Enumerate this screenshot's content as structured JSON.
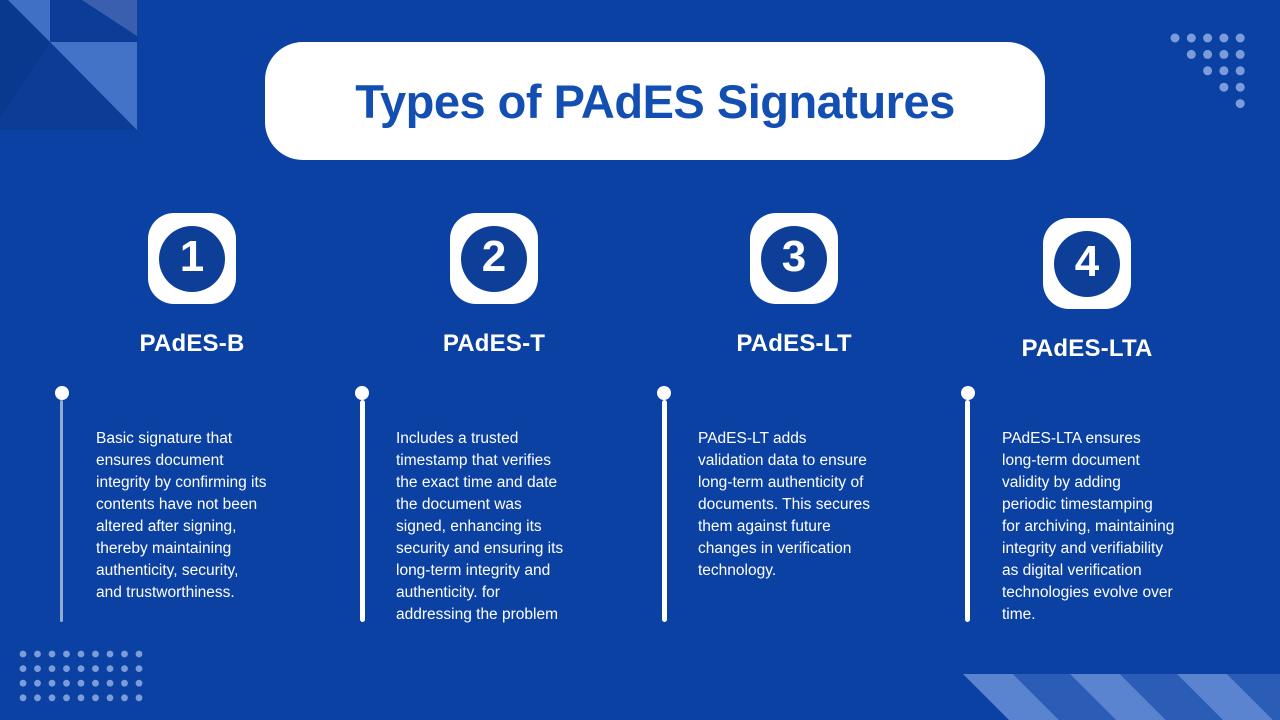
{
  "title": "Types of PAdES Signatures",
  "columns": [
    {
      "number": "1",
      "heading": "PAdES-B",
      "description": [
        "Basic signature that",
        "ensures document",
        "integrity by confirming its",
        "contents have not been",
        "altered after signing,",
        "thereby maintaining",
        "authenticity, security,",
        "and trustworthiness."
      ]
    },
    {
      "number": "2",
      "heading": "PAdES-T",
      "description": [
        "Includes a trusted",
        "timestamp that verifies",
        "the exact time and date",
        "the document was",
        "signed, enhancing its",
        "security and ensuring its",
        "long-term integrity and",
        "authenticity. for",
        "addressing the problem"
      ]
    },
    {
      "number": "3",
      "heading": "PAdES-LT",
      "description": [
        "PAdES-LT adds",
        "validation data to ensure",
        "long-term authenticity of",
        "documents. This secures",
        "them against future",
        "changes in verification",
        "technology."
      ]
    },
    {
      "number": "4",
      "heading": "PAdES-LTA",
      "description": [
        "PAdES-LTA ensures",
        "long-term document",
        "validity by adding",
        "periodic timestamping",
        "for archiving, maintaining",
        "integrity and verifiability",
        "as digital verification",
        "technologies evolve over",
        "time."
      ]
    }
  ],
  "colors": {
    "background": "#0b41a3",
    "title_text": "#134eb2",
    "card_background": "#ffffff",
    "badge_circle": "#0d3f98",
    "badge_number": "#ffffff",
    "heading_text": "#ffffff",
    "body_text": "#ffffff",
    "decor_light_blue": "#5b84d0",
    "decor_medium_blue": "#2b5db7",
    "decor_dot": "#7c9cd8"
  }
}
